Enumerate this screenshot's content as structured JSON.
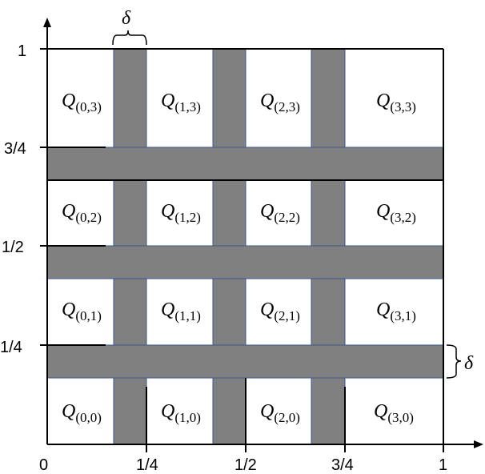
{
  "diagram": {
    "description": "Unit square partitioned into 4x4 cells Q_(i,j) separated by gray strips of width delta",
    "colors": {
      "strip_fill": "#808080",
      "strip_edge": "#3b5a8a",
      "axis": "#000000",
      "background": "#ffffff"
    },
    "y_axis_labels": [
      "1",
      "3/4",
      "1/2",
      "1/4"
    ],
    "x_axis_labels": [
      "0",
      "1/4",
      "1/2",
      "3/4",
      "1"
    ],
    "strip_width_label": "δ",
    "cells": [
      [
        "Q",
        "(0,3)"
      ],
      [
        "Q",
        "(1,3)"
      ],
      [
        "Q",
        "(2,3)"
      ],
      [
        "Q",
        "(3,3)"
      ],
      [
        "Q",
        "(0,2)"
      ],
      [
        "Q",
        "(1,2)"
      ],
      [
        "Q",
        "(2,2)"
      ],
      [
        "Q",
        "(3,2)"
      ],
      [
        "Q",
        "(0,1)"
      ],
      [
        "Q",
        "(1,1)"
      ],
      [
        "Q",
        "(2,1)"
      ],
      [
        "Q",
        "(3,1)"
      ],
      [
        "Q",
        "(0,0)"
      ],
      [
        "Q",
        "(1,0)"
      ],
      [
        "Q",
        "(2,0)"
      ],
      [
        "Q",
        "(3,0)"
      ]
    ]
  }
}
